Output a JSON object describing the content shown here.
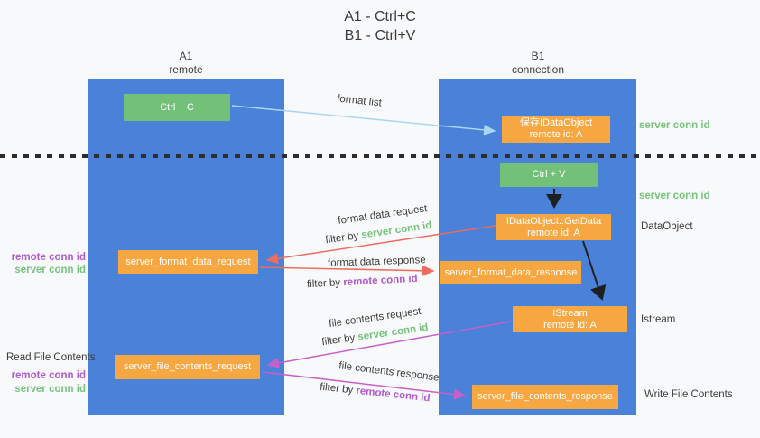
{
  "title": {
    "lines": [
      "A1 - Ctrl+C",
      "B1 - Ctrl+V"
    ]
  },
  "lanes": {
    "left": {
      "name": "A1",
      "role": "remote"
    },
    "right": {
      "name": "B1",
      "role": "connection"
    }
  },
  "nodes": {
    "ctrl_c": {
      "label": "Ctrl + C"
    },
    "save_idataobject": {
      "line1": "保存IDataObject",
      "line2": "remote id: A"
    },
    "ctrl_v": {
      "label": "Ctrl + V"
    },
    "getdata": {
      "line1": "IDataObject::GetData",
      "line2": "remote id: A"
    },
    "format_request": {
      "label": "server_format_data_request"
    },
    "format_response": {
      "label": "server_format_data_response"
    },
    "istream": {
      "line1": "IStream",
      "line2": "remote id: A"
    },
    "file_request": {
      "label": "server_file_contents_request"
    },
    "file_response": {
      "label": "server_file_contents_response"
    }
  },
  "arrow_labels": {
    "format_list": "format list",
    "format_data_request": "format data request",
    "format_data_response": "format data response",
    "file_contents_request": "file contents request",
    "file_contents_response": "file contents response",
    "filter_by": "filter by",
    "server_conn_id": "server conn id",
    "remote_conn_id": "remote conn id"
  },
  "side_notes": {
    "server_conn_id_top_right": "server conn id",
    "server_conn_id_mid_right": "server conn id",
    "dataobject": "DataObject",
    "istream": "Istream",
    "remote_conn_id_left_upper": "remote conn id",
    "server_conn_id_left_upper": "server conn id",
    "read_file_contents": "Read File Contents",
    "remote_conn_id_left_lower": "remote conn id",
    "server_conn_id_left_lower": "server conn id",
    "write_file_contents": "Write File Contents"
  },
  "colors": {
    "lane_blue": "#4a81d9",
    "box_green": "#73c078",
    "box_orange": "#f7a742",
    "conn_green": "#76c37c",
    "conn_purple": "#b159cf",
    "arrow_red": "#ed6c5e",
    "arrow_magenta": "#c95fc9",
    "arrow_blue": "#a9d5f2",
    "arrow_black": "#1f1f1f",
    "text_dark": "#3c3c3c",
    "background": "#f8f9fa"
  }
}
